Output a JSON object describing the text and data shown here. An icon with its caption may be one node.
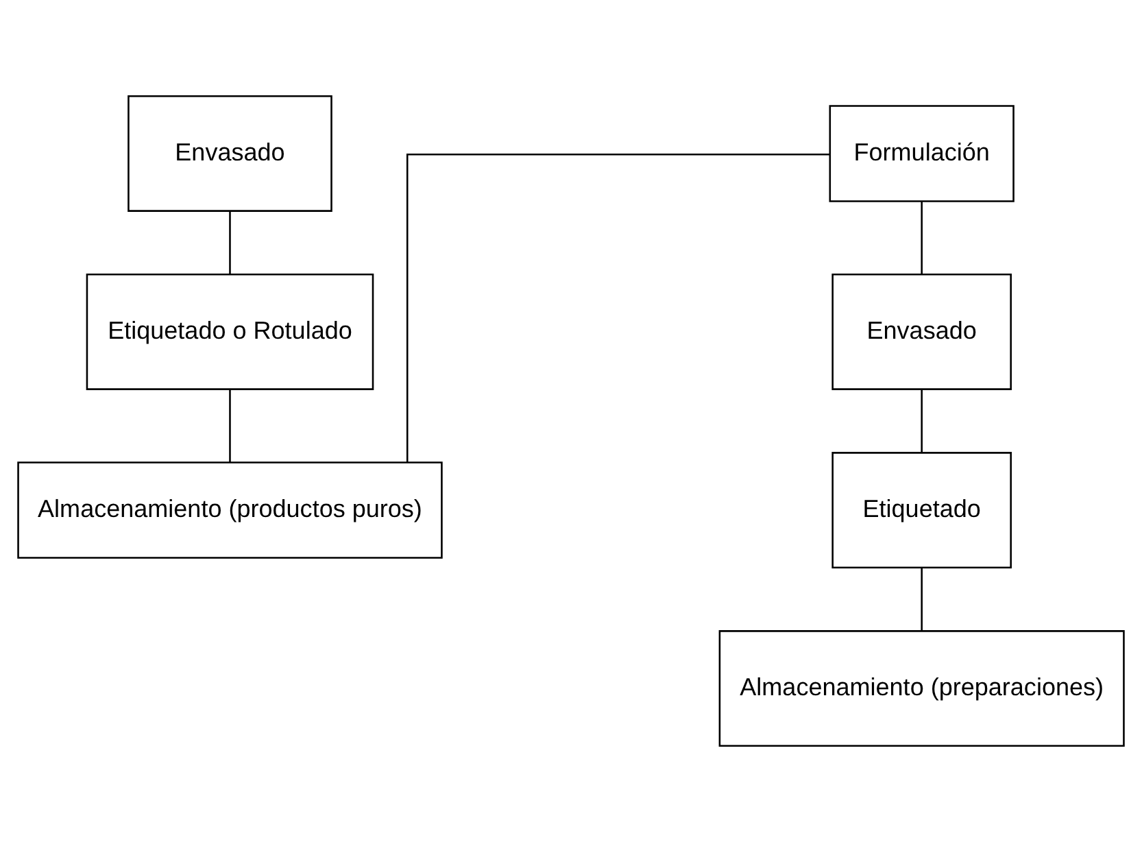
{
  "diagram": {
    "nodes": [
      {
        "text": [
          "Envasado"
        ]
      },
      {
        "text": [
          "Etiquetado o Rotulado"
        ]
      },
      {
        "text": [
          "Almacenamiento (productos puros)"
        ]
      },
      {
        "text": [
          "Formulación"
        ]
      },
      {
        "text": [
          "Envasado"
        ]
      },
      {
        "text": [
          "Etiquetado"
        ]
      },
      {
        "text": [
          "Almacenamiento (preparaciones)"
        ]
      }
    ],
    "edges": [
      {
        "from": 0,
        "to": 1,
        "arrow": "none"
      },
      {
        "from": 1,
        "to": 2,
        "arrow": "none"
      },
      {
        "from": 2,
        "to": 3,
        "arrow": "none"
      },
      {
        "from": 3,
        "to": 4,
        "arrow": "none"
      },
      {
        "from": 4,
        "to": 5,
        "arrow": "none"
      },
      {
        "from": 5,
        "to": 6,
        "arrow": "none"
      }
    ]
  }
}
